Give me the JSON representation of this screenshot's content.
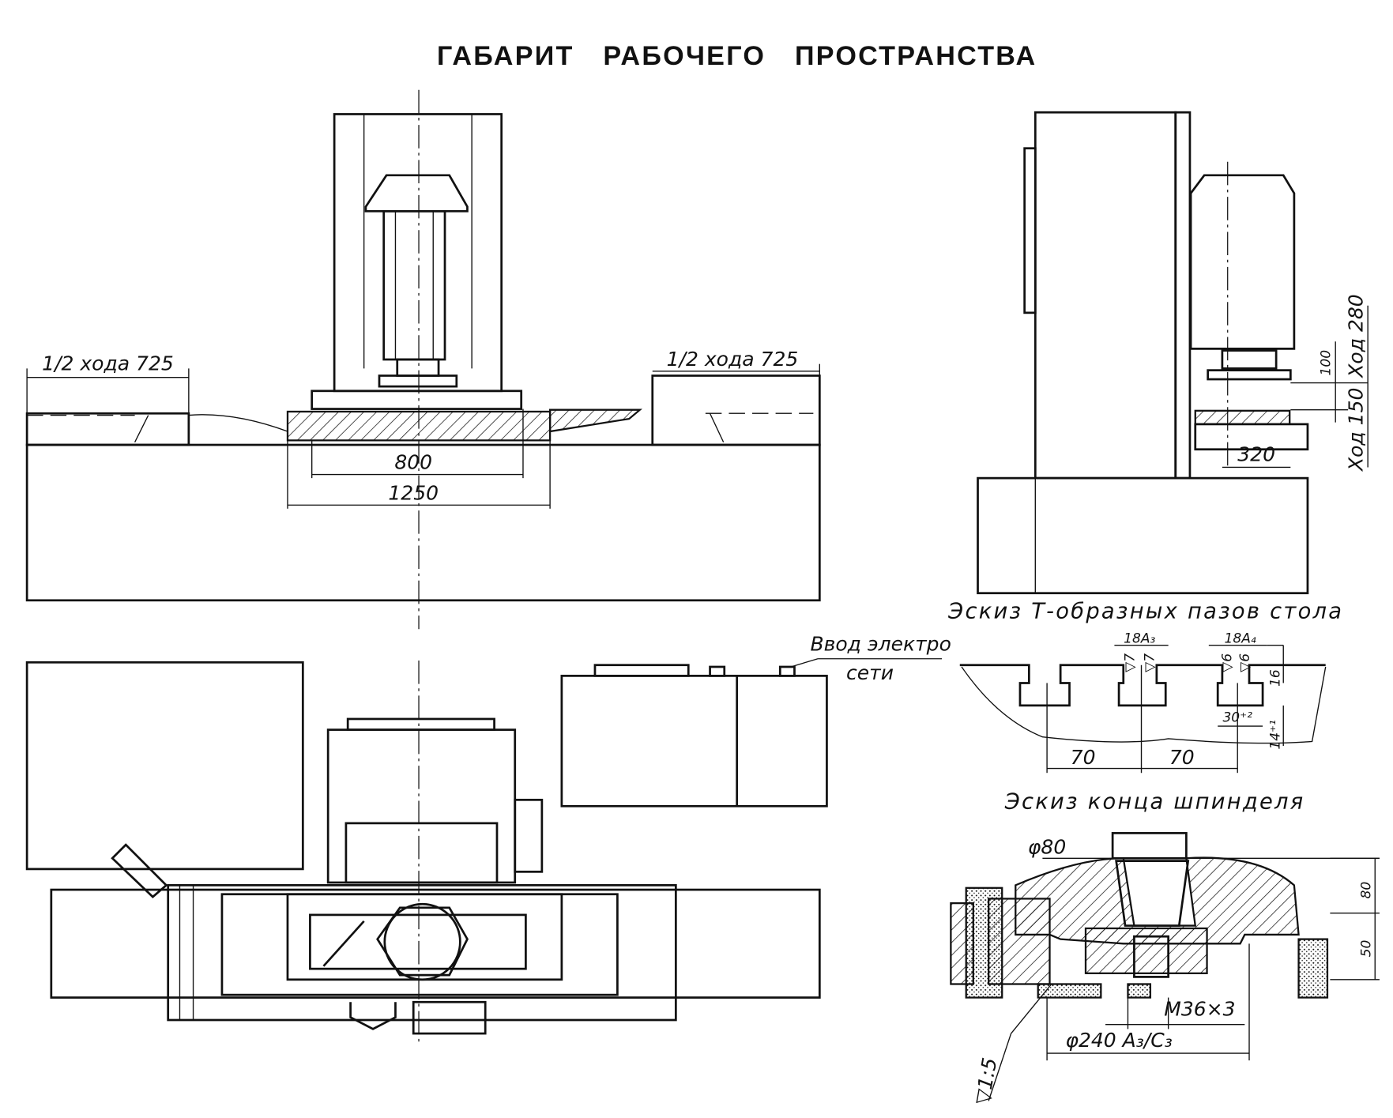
{
  "title": "ГАБАРИТ   РАБОЧЕГО   ПРОСТРАНСТВА",
  "front_view": {
    "half_stroke_left": "1/2 хода 725",
    "half_stroke_right": "1/2 хода 725",
    "dim_800": "800",
    "dim_1250": "1250"
  },
  "side_view": {
    "dim_100": "100",
    "stroke_280": "Ход 280",
    "stroke_150": "Ход 150",
    "dim_320": "320"
  },
  "plan_view": {
    "power_input_line1": "Ввод электро",
    "power_input_line2": "сети"
  },
  "t_slot_sketch": {
    "caption": "Эскиз Т-образных пазов стола",
    "width_a3": "18А₃",
    "width_a4": "18А₄",
    "depth_16": "16",
    "width_30": "30⁺²",
    "depth_14": "14⁺¹",
    "pitch_1": "70",
    "pitch_2": "70",
    "roughness_1": "▽7",
    "roughness_2": "▽7",
    "roughness_3": "▽6",
    "roughness_4": "▽6"
  },
  "spindle_sketch": {
    "caption": "Эскиз конца шпинделя",
    "dia_80": "φ80",
    "dim_80": "80",
    "dim_50": "50",
    "thread": "М36×3",
    "dia_240": "φ240 А₃/С₃",
    "taper": "▽1:5"
  }
}
